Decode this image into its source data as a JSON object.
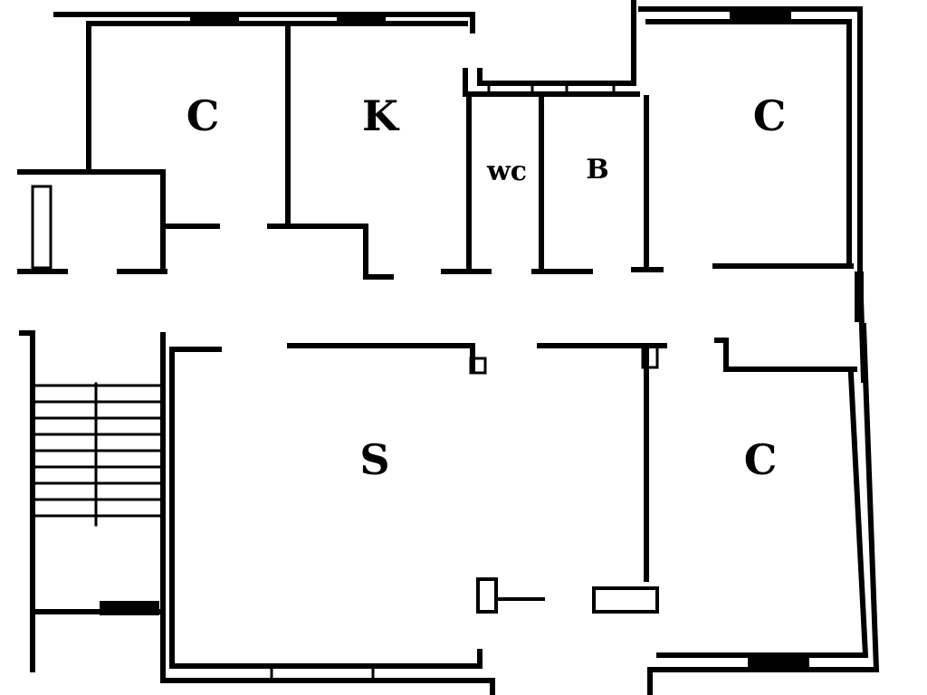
{
  "floor_plan": {
    "rooms": [
      {
        "id": "bedroom-top-left",
        "label": "C"
      },
      {
        "id": "kitchen",
        "label": "K"
      },
      {
        "id": "toilet",
        "label": "wc"
      },
      {
        "id": "bathroom",
        "label": "B"
      },
      {
        "id": "bedroom-top-right",
        "label": "C"
      },
      {
        "id": "living-room",
        "label": "S"
      },
      {
        "id": "bedroom-bottom-right",
        "label": "C"
      }
    ],
    "colors": {
      "wall": "#000000",
      "background": "#ffffff"
    }
  }
}
